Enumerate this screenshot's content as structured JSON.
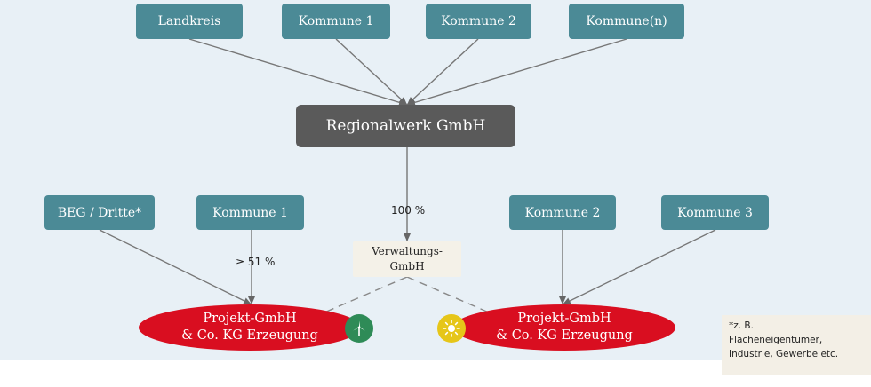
{
  "top_boxes": {
    "landkreis": "Landkreis",
    "kommune1": "Kommune 1",
    "kommune2": "Kommune 2",
    "kommune_n": "Kommune(n)"
  },
  "regionalwerk": "Regionalwerk GmbH",
  "left_boxes": {
    "beg": "BEG / Dritte*",
    "kommune1": "Kommune 1"
  },
  "right_boxes": {
    "kommune2": "Kommune 2",
    "kommune3": "Kommune 3"
  },
  "labels": {
    "hundred_percent": "100 %",
    "min_51_percent": "≥ 51 %"
  },
  "verwaltung": {
    "line1": "Verwaltungs-",
    "line2": "GmbH"
  },
  "projekt_left": {
    "line1": "Projekt-GmbH",
    "line2": "& Co. KG Erzeugung"
  },
  "projekt_right": {
    "line1": "Projekt-GmbH",
    "line2": "& Co. KG Erzeugung"
  },
  "icons": {
    "left": "wind-turbine-icon",
    "right": "sun-icon",
    "left_color": "#2e8b57",
    "right_color": "#e6c619"
  },
  "footnote": {
    "line1": "*z. B.",
    "line2": "Flächeneigentümer,",
    "line3": "Industrie, Gewerbe etc."
  },
  "colors": {
    "teal": "#4b8a96",
    "dark": "#5a5a5a",
    "red": "#d90e20",
    "background": "#e8f0f6"
  }
}
